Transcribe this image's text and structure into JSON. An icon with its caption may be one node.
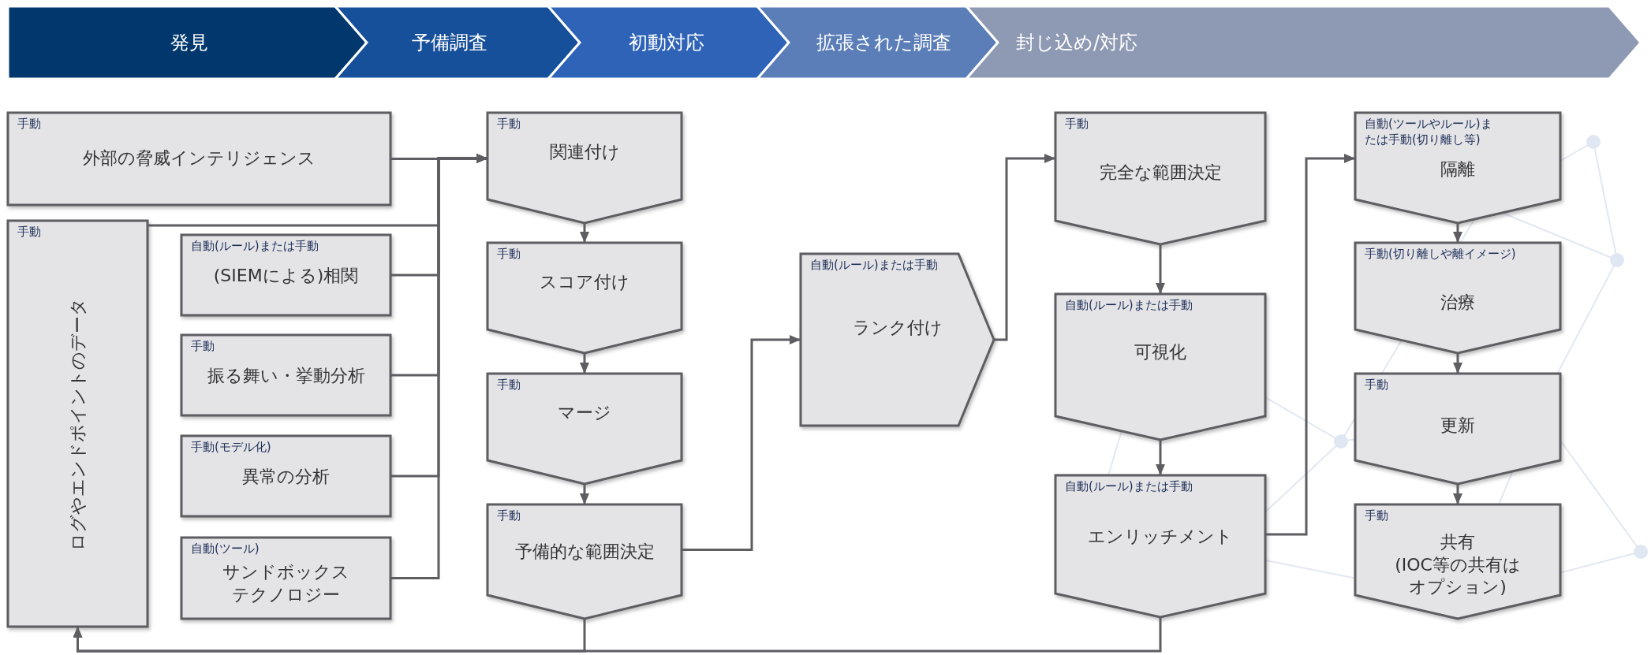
{
  "diagram": {
    "nodes": [
      {
        "text": [
          "発見"
        ]
      },
      {
        "text": [
          "予備調査"
        ]
      },
      {
        "text": [
          "初動対応"
        ]
      },
      {
        "text": [
          "拡張された調査"
        ]
      },
      {
        "text": [
          "封じ込め/対応"
        ]
      },
      {
        "text": [
          "手動",
          "外部の脅威インテリジェンス"
        ]
      },
      {
        "text": [
          "手動",
          "ログやエンドポイントのデータ"
        ]
      },
      {
        "text": [
          "自動(ルール)または手動",
          "(SIEMによる)相関"
        ]
      },
      {
        "text": [
          "手動",
          "振る舞い・挙動分析"
        ]
      },
      {
        "text": [
          "手動(モデル化)",
          "異常の分析"
        ]
      },
      {
        "text": [
          "自動(ツール)",
          "サンドボックステクノロジー"
        ]
      },
      {
        "text": [
          "手動",
          "関連付け"
        ]
      },
      {
        "text": [
          "手動",
          "スコア付け"
        ]
      },
      {
        "text": [
          "手動",
          "マージ"
        ]
      },
      {
        "text": [
          "手動",
          "予備的な範囲決定"
        ]
      },
      {
        "text": [
          "自動(ルール)または手動",
          "ランク付け"
        ]
      },
      {
        "text": [
          "手動",
          "完全な範囲決定"
        ]
      },
      {
        "text": [
          "自動(ルール)または手動",
          "可視化"
        ]
      },
      {
        "text": [
          "自動(ルール)または手動",
          "エンリッチメント"
        ]
      },
      {
        "text": [
          "自動(ツールやルール)または手動(切り離し等)",
          "隔離"
        ]
      },
      {
        "text": [
          "手動(切り離しや離イメージ)",
          "治療"
        ]
      },
      {
        "text": [
          "手動",
          "更新"
        ]
      },
      {
        "text": [
          "手動",
          "共有",
          "(IOC等の共有はオプション)"
        ]
      }
    ],
    "edges": [
      {
        "from": 5,
        "to": 11,
        "arrow": "to"
      },
      {
        "from": 6,
        "to": 11,
        "arrow": "to"
      },
      {
        "from": 7,
        "to": 11,
        "arrow": "to"
      },
      {
        "from": 8,
        "to": 11,
        "arrow": "to"
      },
      {
        "from": 9,
        "to": 11,
        "arrow": "to"
      },
      {
        "from": 10,
        "to": 11,
        "arrow": "to"
      },
      {
        "from": 11,
        "to": 12,
        "arrow": "to"
      },
      {
        "from": 12,
        "to": 13,
        "arrow": "to"
      },
      {
        "from": 13,
        "to": 14,
        "arrow": "to"
      },
      {
        "from": 14,
        "to": 15,
        "arrow": "to"
      },
      {
        "from": 15,
        "to": 16,
        "arrow": "to"
      },
      {
        "from": 16,
        "to": 17,
        "arrow": "to"
      },
      {
        "from": 17,
        "to": 18,
        "arrow": "to"
      },
      {
        "from": 18,
        "to": 19,
        "arrow": "to"
      },
      {
        "from": 19,
        "to": 20,
        "arrow": "to"
      },
      {
        "from": 20,
        "to": 21,
        "arrow": "to"
      },
      {
        "from": 21,
        "to": 22,
        "arrow": "to"
      },
      {
        "from": 14,
        "to": 6,
        "arrow": "to"
      },
      {
        "from": 18,
        "to": 6,
        "arrow": "to"
      }
    ]
  }
}
